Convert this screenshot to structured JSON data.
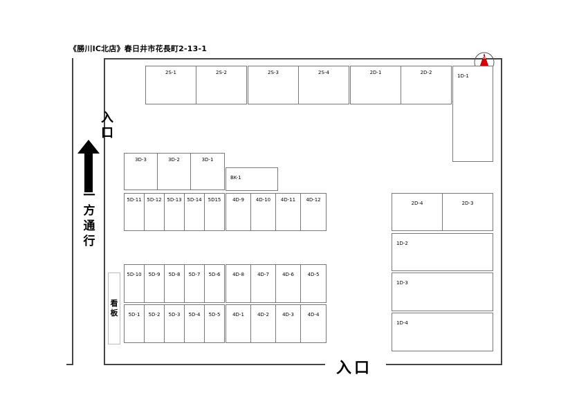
{
  "header": {
    "title": "《勝川IC北店》春日井市花長町2-13-1"
  },
  "labels": {
    "entrance_left": [
      "入",
      "口"
    ],
    "entrance_bottom": "入口",
    "one_way": [
      "一",
      "方",
      "通",
      "行"
    ],
    "sign": [
      "看",
      "板"
    ]
  },
  "compass": {
    "icon": "north-arrow-icon",
    "letter": "N",
    "color": "#e00000"
  },
  "slots": {
    "r2s1": "2S-1",
    "r2s2": "2S-2",
    "r2s3": "2S-3",
    "r2s4": "2S-4",
    "r2d1": "2D-1",
    "r2d2": "2D-2",
    "r1d1": "1D-1",
    "r3d3": "3D-3",
    "r3d2": "3D-2",
    "r3d1": "3D-1",
    "bk1": "BK-1",
    "r5d11": "5D-11",
    "r5d12": "5D-12",
    "r5d13": "5D-13",
    "r5d14": "5D-14",
    "r5d15": "5D15",
    "r4d9": "4D-9",
    "r4d10": "4D-10",
    "r4d11": "4D-11",
    "r4d12": "4D-12",
    "r2d4": "2D-4",
    "r2d3": "2D-3",
    "r1d2": "1D-2",
    "r1d3": "1D-3",
    "r1d4": "1D-4",
    "r5d10": "5D-10",
    "r5d9": "5D-9",
    "r5d8": "5D-8",
    "r5d7": "5D-7",
    "r5d6": "5D-6",
    "r4d8": "4D-8",
    "r4d7": "4D-7",
    "r4d6": "4D-6",
    "r4d5": "4D-5",
    "r5d1": "5D-1",
    "r5d2": "5D-2",
    "r5d3": "5D-3",
    "r5d4": "5D-4",
    "r5d5": "5D-5",
    "r4d1": "4D-1",
    "r4d2": "4D-2",
    "r4d3": "4D-3",
    "r4d4": "4D-4"
  }
}
